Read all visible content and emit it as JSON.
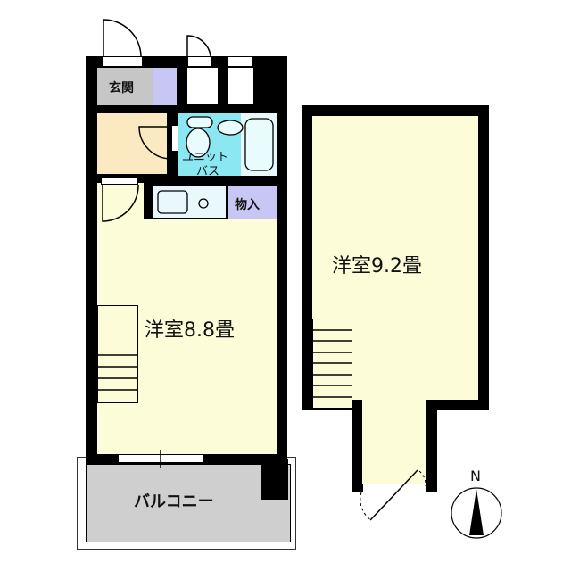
{
  "floorplan": {
    "rooms": [
      {
        "id": "genkan",
        "label": "玄関",
        "color": "#c6c6c6"
      },
      {
        "id": "unit-bath",
        "label_line1": "ユニット",
        "label_line2": "バス",
        "color": "#8be8f2"
      },
      {
        "id": "storage",
        "label": "物入",
        "color": "#c8c6f4"
      },
      {
        "id": "western-room-1",
        "label": "洋室8.8畳",
        "color": "#fcfcd8"
      },
      {
        "id": "western-room-2",
        "label": "洋室9.2畳",
        "color": "#fcfcd8"
      },
      {
        "id": "balcony",
        "label": "バルコニー",
        "color": "#cfcfcf"
      },
      {
        "id": "hallway",
        "color": "#fbe9c2"
      }
    ],
    "compass": {
      "label": "N"
    },
    "colors": {
      "wall": "#000000",
      "shoe_box": "#c8c6f4",
      "kitchen": "#e8f8fc",
      "bathtub_area": "#e6f8fb"
    }
  }
}
